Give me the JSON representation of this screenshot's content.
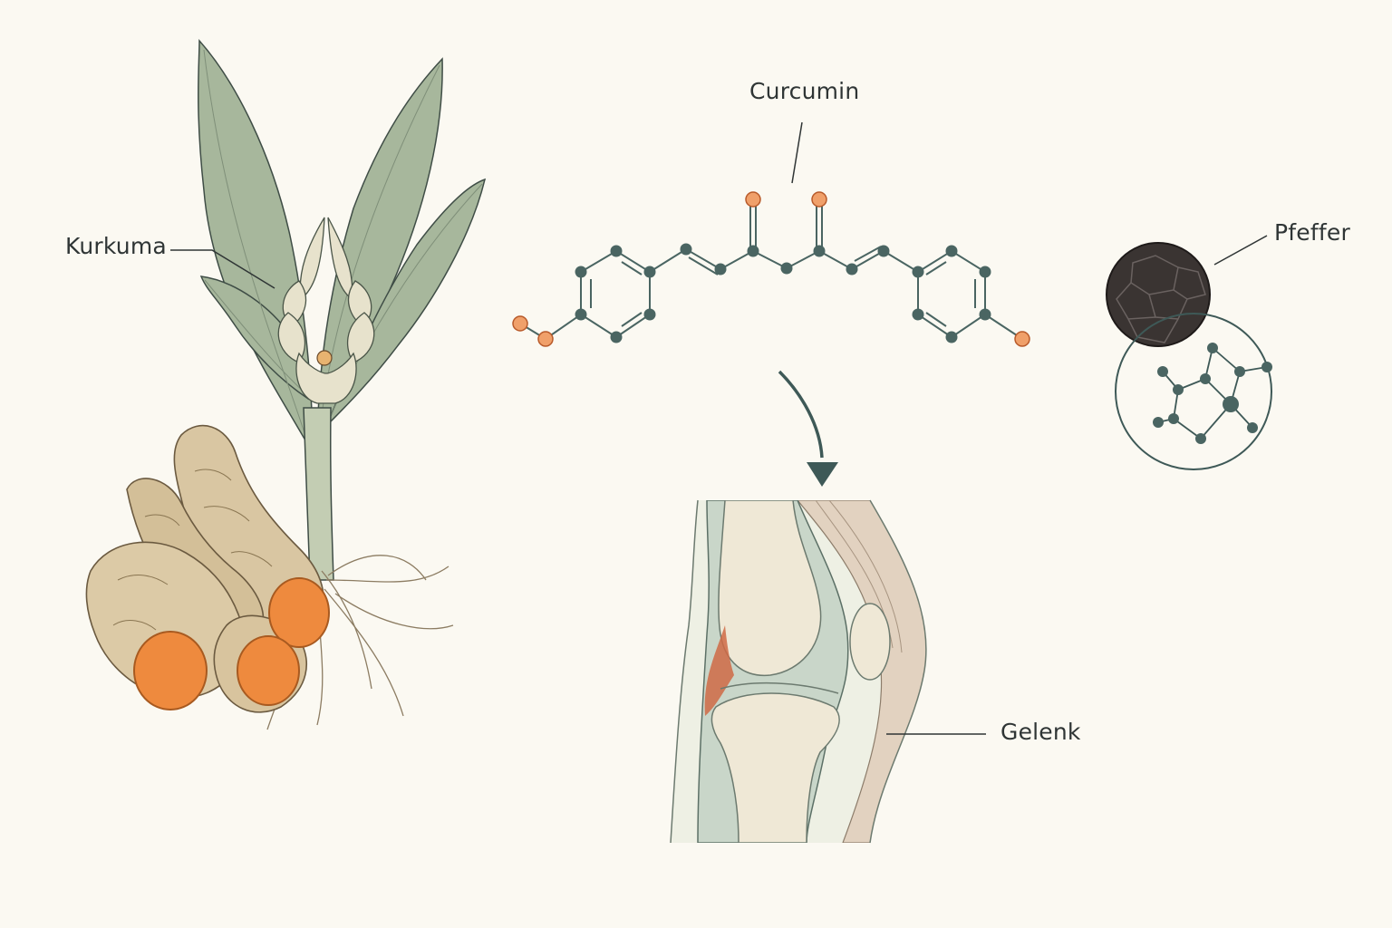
{
  "labels": {
    "kurkuma": "Kurkuma",
    "curcumin": "Curcumin",
    "pfeffer": "Pfeffer",
    "gelenk": "Gelenk"
  },
  "colors": {
    "background": "#fbf9f2",
    "ink": "#2f3535",
    "leaf": "#a7b79c",
    "rhizome_skin": "#d9c6a2",
    "rhizome_flesh": "#ee8a3e",
    "atom_carbon": "#4a6562",
    "atom_oxygen": "#f0a06a",
    "pepper": "#3a3432",
    "bone": "#efe8d6",
    "cartilage": "#c9d6c9",
    "inflammation": "#cf6a45"
  }
}
